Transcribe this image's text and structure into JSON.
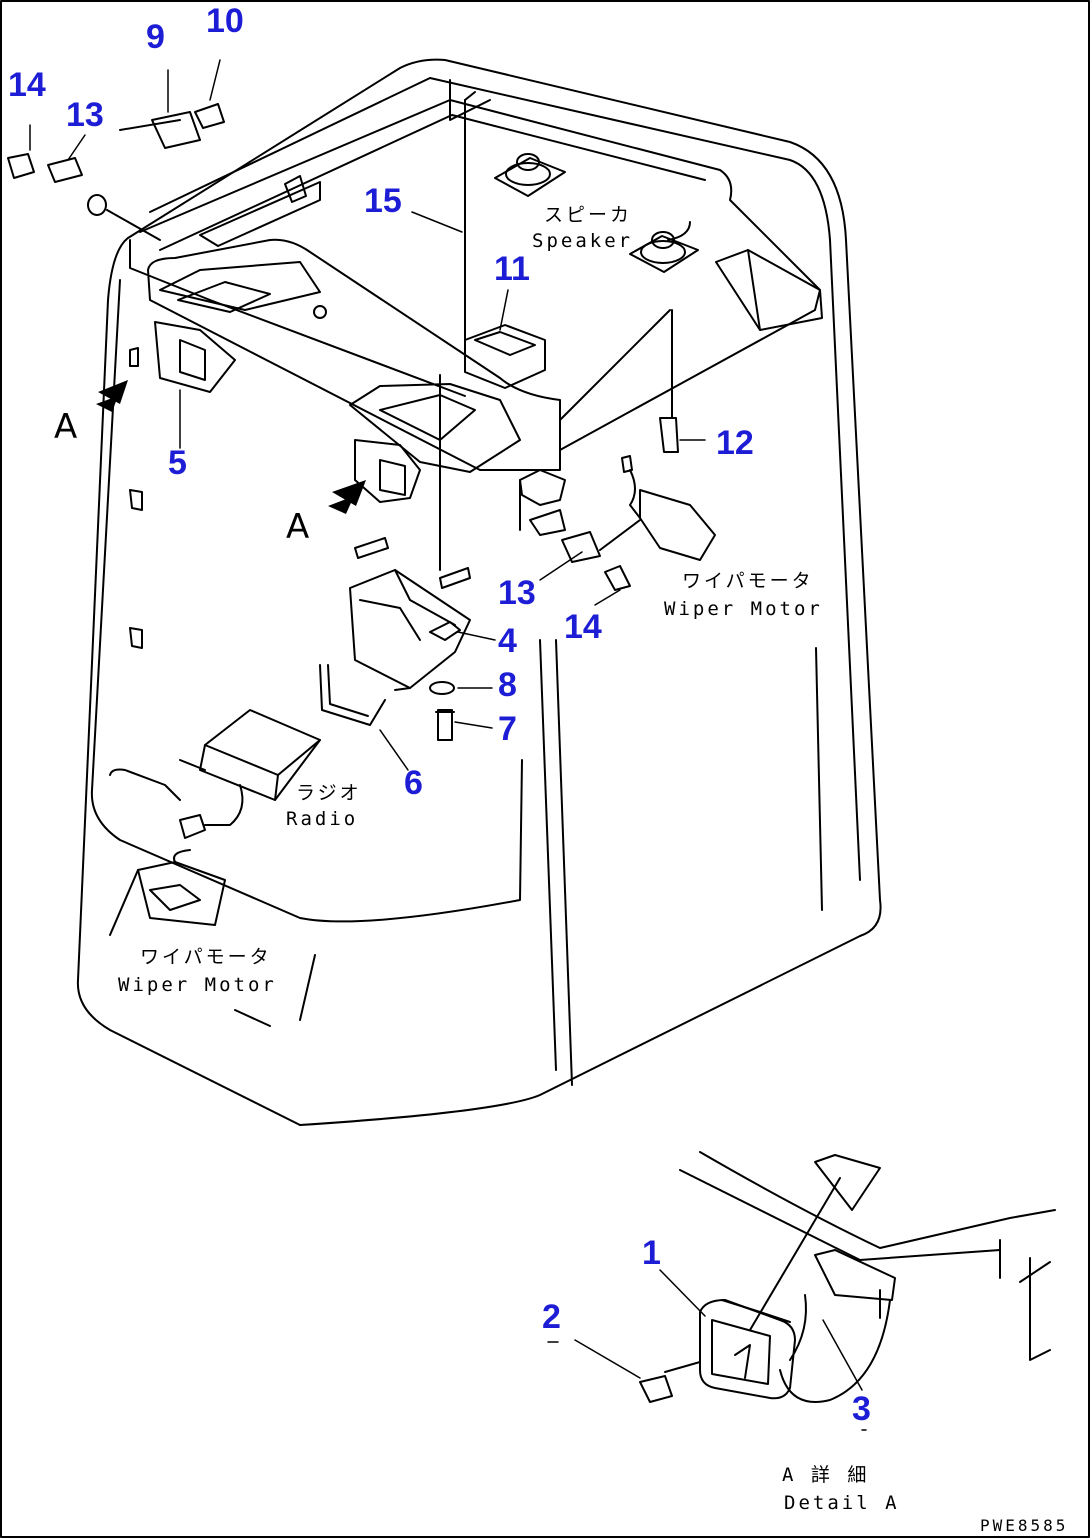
{
  "colors": {
    "callout": "#1d1dd6",
    "line": "#000000",
    "background": "#ffffff"
  },
  "callouts": [
    {
      "id": "c14a",
      "text": "14"
    },
    {
      "id": "c13a",
      "text": "13"
    },
    {
      "id": "c9",
      "text": "9"
    },
    {
      "id": "c10",
      "text": "10"
    },
    {
      "id": "c15",
      "text": "15"
    },
    {
      "id": "c11",
      "text": "11"
    },
    {
      "id": "c5",
      "text": "5"
    },
    {
      "id": "c12",
      "text": "12"
    },
    {
      "id": "c13b",
      "text": "13"
    },
    {
      "id": "c14b",
      "text": "14"
    },
    {
      "id": "c4",
      "text": "4"
    },
    {
      "id": "c8",
      "text": "8"
    },
    {
      "id": "c7",
      "text": "7"
    },
    {
      "id": "c6",
      "text": "6"
    },
    {
      "id": "c1",
      "text": "1"
    },
    {
      "id": "c2",
      "text": "2"
    },
    {
      "id": "c3",
      "text": "3"
    }
  ],
  "notes": {
    "speaker_jp": "スピーカ",
    "speaker_en": "Speaker",
    "wiper_motor_right_jp": "ワイパモータ",
    "wiper_motor_right_en": "Wiper Motor",
    "wiper_motor_left_jp": "ワイパモータ",
    "wiper_motor_left_en": "Wiper Motor",
    "radio_jp": "ラジオ",
    "radio_en": "Radio",
    "detail_jp": "A 詳 細",
    "detail_en": "Detail A"
  },
  "view_markers": {
    "left": "A",
    "center": "A"
  },
  "drawing_code": "PWE8585"
}
